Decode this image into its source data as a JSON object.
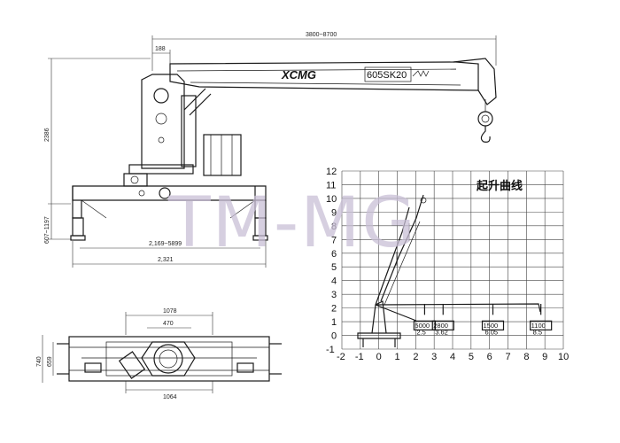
{
  "side_view": {
    "dim_reach": "3800~8700",
    "dim_offset": "188",
    "dim_height": "2386",
    "dim_leg": "607~1197",
    "dim_outrigger": "2,169~5899",
    "dim_base": "2,321",
    "brand": "XCMG",
    "model": "605SK20"
  },
  "plan_view": {
    "dim_top": "1078",
    "dim_inner": "470",
    "dim_bottom": "1064",
    "dim_h1": "740",
    "dim_h2": "659"
  },
  "watermark": "TM-MG",
  "load_chart": {
    "title": "起升曲线",
    "x_ticks": [
      "-2",
      "-1",
      "0",
      "1",
      "2",
      "3",
      "4",
      "5",
      "6",
      "7",
      "8",
      "9",
      "10"
    ],
    "y_ticks": [
      "-1",
      "0",
      "1",
      "2",
      "3",
      "4",
      "5",
      "6",
      "7",
      "8",
      "9",
      "10",
      "11",
      "12"
    ],
    "loads": [
      {
        "x": 2.1,
        "top": "5000",
        "bottom": "2.5"
      },
      {
        "x": 3.1,
        "top": "2800",
        "bottom": "3.62"
      },
      {
        "x": 5.8,
        "top": "1500",
        "bottom": "6.05"
      },
      {
        "x": 8.4,
        "top": "1100",
        "bottom": "8.5"
      }
    ]
  }
}
